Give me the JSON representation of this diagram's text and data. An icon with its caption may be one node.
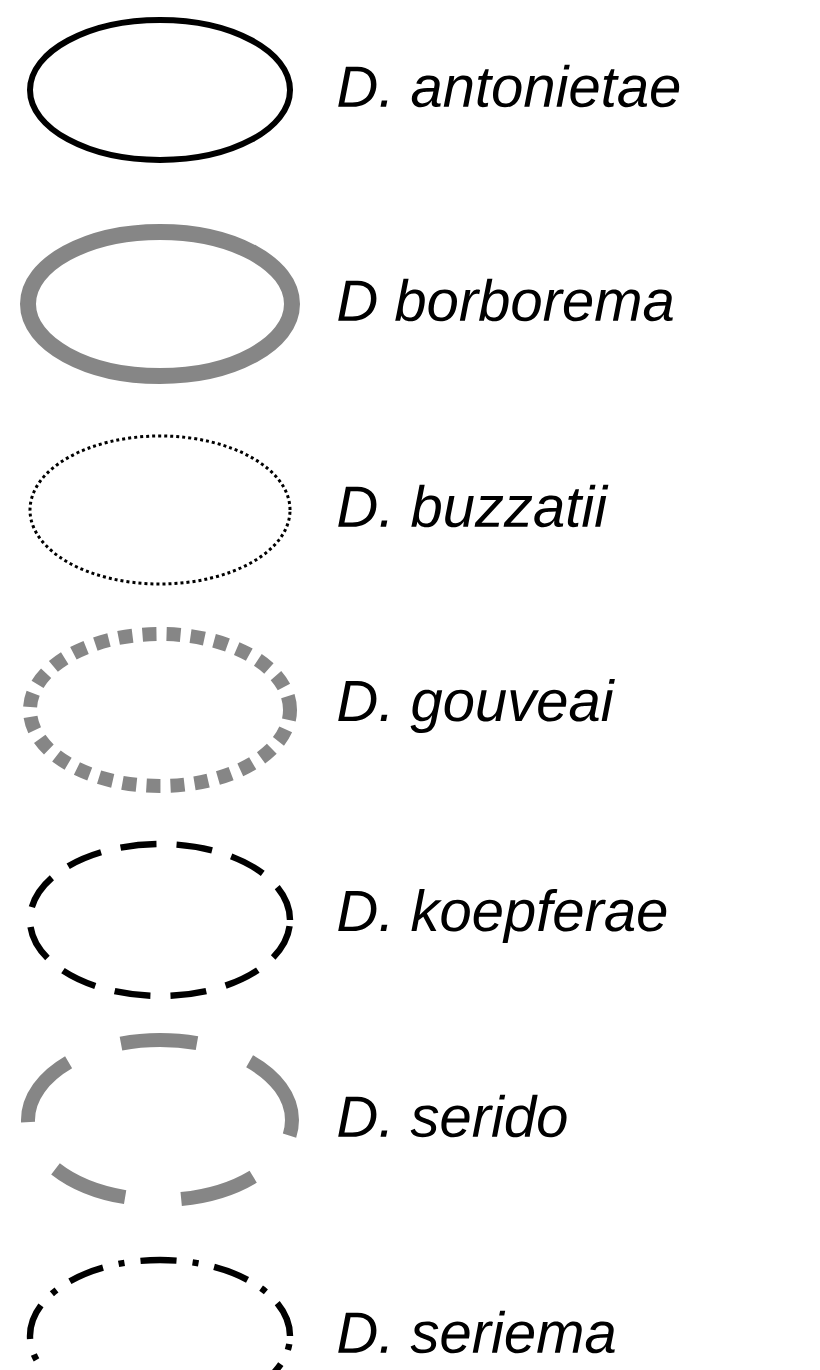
{
  "diagram": {
    "legend": [
      {
        "text": "D. antonietae"
      },
      {
        "text": "D borborema"
      },
      {
        "text": "D. buzzatii"
      },
      {
        "text": "D. gouveai"
      },
      {
        "text": "D. koepferae"
      },
      {
        "text": "D. serido"
      },
      {
        "text": "D. seriema"
      }
    ]
  }
}
